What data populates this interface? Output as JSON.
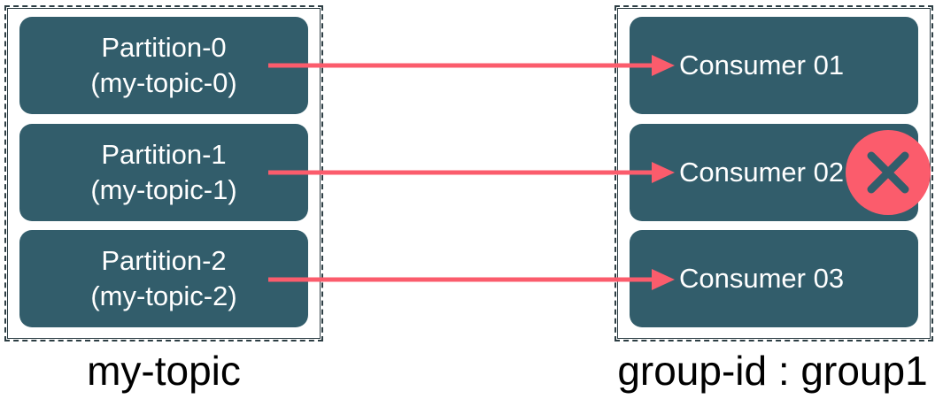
{
  "topic": {
    "caption": "my-topic",
    "partitions": [
      {
        "name": "Partition-0",
        "id": "(my-topic-0)"
      },
      {
        "name": "Partition-1",
        "id": "(my-topic-1)"
      },
      {
        "name": "Partition-2",
        "id": "(my-topic-2)"
      }
    ]
  },
  "group": {
    "caption": "group-id : group1",
    "consumers": [
      {
        "label": "Consumer 01",
        "failed": false
      },
      {
        "label": "Consumer 02",
        "failed": true
      },
      {
        "label": "Consumer 03",
        "failed": false
      }
    ]
  },
  "links": [
    {
      "from": 0,
      "to": 0
    },
    {
      "from": 1,
      "to": 1
    },
    {
      "from": 2,
      "to": 2
    }
  ],
  "colors": {
    "box": "#325d6b",
    "arrow": "#fb5c6c",
    "frame": "#2d3e44",
    "text": "#ffffff"
  },
  "icons": {
    "failure": "close-icon"
  }
}
